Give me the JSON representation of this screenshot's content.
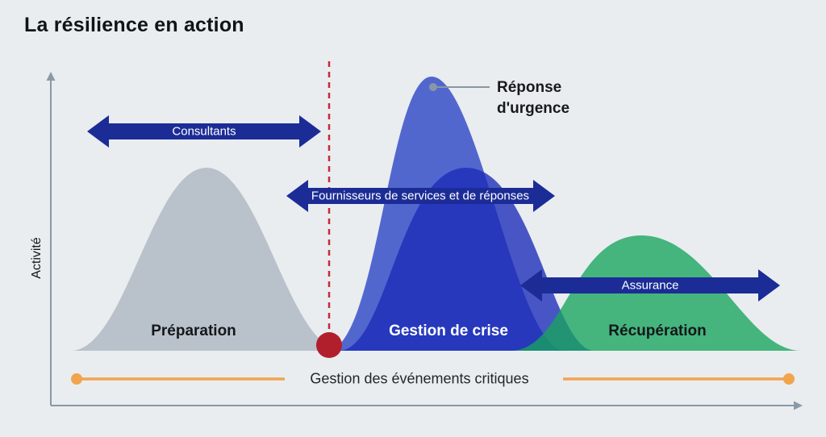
{
  "title": "La résilience en action",
  "y_axis_label": "Activité",
  "phases": [
    {
      "label": "Préparation"
    },
    {
      "label": "Gestion de crise"
    },
    {
      "label": "Récupération"
    }
  ],
  "arrows": [
    {
      "label": "Consultants"
    },
    {
      "label": "Fournisseurs de services et de réponses"
    },
    {
      "label": "Assurance"
    }
  ],
  "annotation": {
    "line1": "Réponse",
    "line2": "d'urgence"
  },
  "timeline_label": "Gestion des événements critiques",
  "colors": {
    "background": "#e9edf0",
    "curve_gray": "#b9c2ca",
    "curve_light_blue": "#5267ce",
    "curve_dark_blue": "#1b2cb8",
    "curve_green": "#17a45c",
    "arrow_navy": "#1c2c96",
    "event_red": "#b11f2d",
    "dashed_red": "#c62a36",
    "timeline_orange": "#f2a44d",
    "axis_gray": "#8a99a6",
    "leader_gray": "#8a97a3"
  }
}
